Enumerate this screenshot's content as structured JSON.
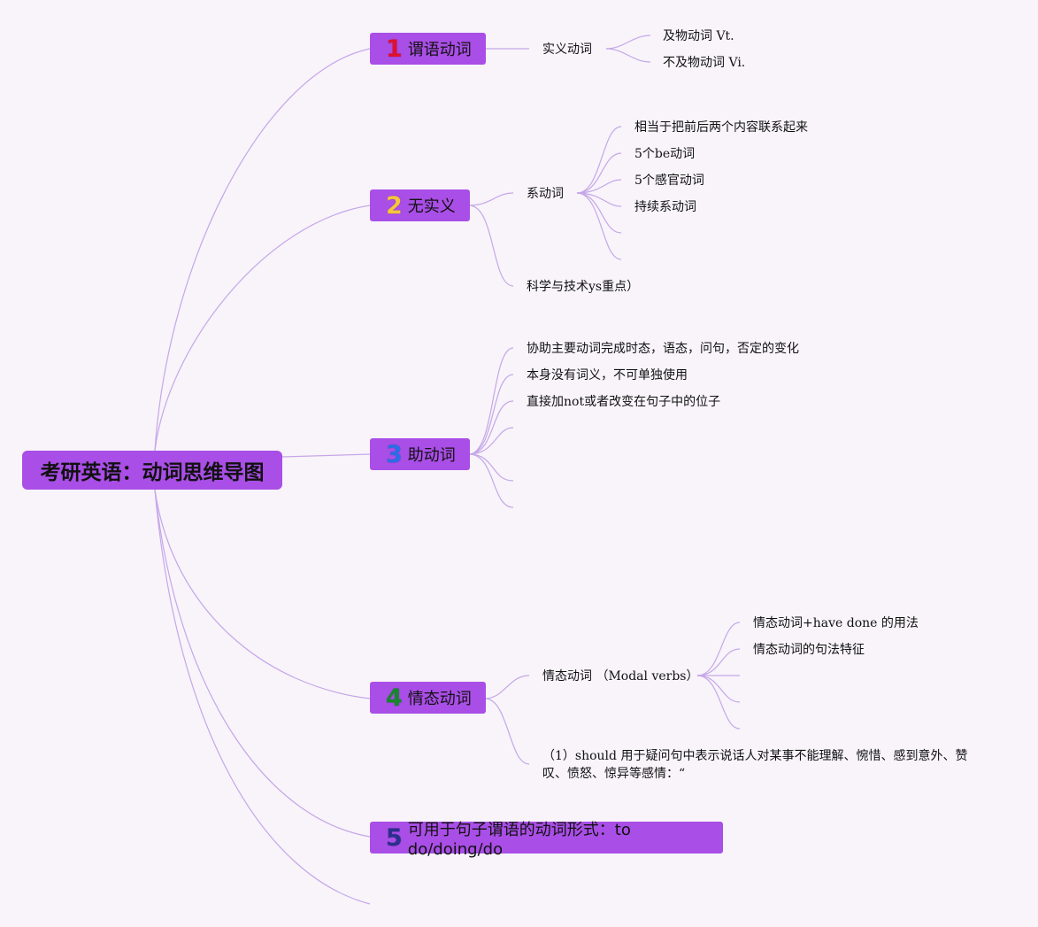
{
  "root": {
    "label": "考研英语：动词思维导图"
  },
  "colors": {
    "accent": "#a94ee6",
    "line": "#c5a7e8",
    "background": "#f8f4fa"
  },
  "topics": [
    {
      "number": "1",
      "number_color": "#e0102e",
      "label": "谓语动词"
    },
    {
      "number": "2",
      "number_color": "#f5c53b",
      "label": "无实义"
    },
    {
      "number": "3",
      "number_color": "#2a6ee8",
      "label": "助动词"
    },
    {
      "number": "4",
      "number_color": "#15882b",
      "label": "情态动词"
    },
    {
      "number": "5",
      "number_color": "#2b2f8f",
      "label": "可用于句子谓语的动词形式：to do/doing/do"
    }
  ],
  "t1": {
    "child": "实义动词",
    "leaves": [
      "及物动词 Vt.",
      "不及物动词 Vi."
    ]
  },
  "t2": {
    "child": "系动词",
    "leaves": [
      "相当于把前后两个内容联系起来",
      "5个be动词",
      "5个感官动词",
      "持续系动词"
    ],
    "child2": "科学与技术ys重点）"
  },
  "t3": {
    "leaves": [
      "协助主要动词完成时态，语态，问句，否定的变化",
      "本身没有词义，不可单独使用",
      "直接加not或者改变在句子中的位子"
    ]
  },
  "t4": {
    "child": "情态动词 （Modal verbs）",
    "leaves": [
      "情态动词+have done 的用法",
      "情态动词的句法特征"
    ],
    "note": "（1）should 用于疑问句中表示说话人对某事不能理解、惋惜、感到意外、赞叹、愤怒、惊异等感情：“"
  }
}
